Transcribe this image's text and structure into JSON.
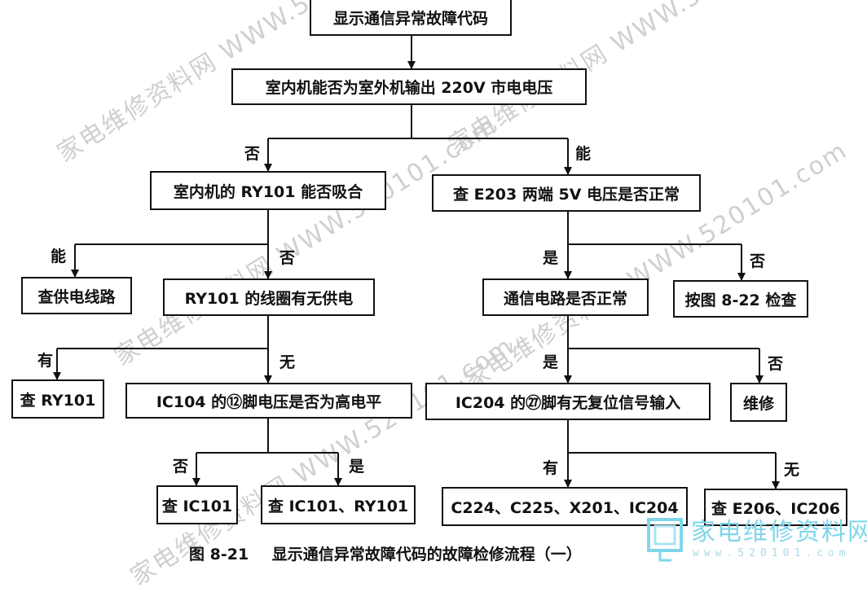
{
  "watermark": "家电维修资料网 WWW.520101.com",
  "nodes": {
    "n1": "显示通信异常故障代码",
    "n2": "室内机能否为室外机输出 220V 市电电压",
    "n3": "室内机的 RY101 能否吸合",
    "n4": "查 E203 两端 5V 电压是否正常",
    "n5": "查供电线路",
    "n6": "RY101 的线圈有无供电",
    "n7": "通信电路是否正常",
    "n8": "按图 8-22 检查",
    "n9": "查 RY101",
    "n10": "IC104 的⑫脚电压是否为高电平",
    "n11": "IC204 的㉗脚有无复位信号输入",
    "n12": "维修",
    "n13": "查 IC101",
    "n14": "查 IC101、RY101",
    "n15": "C224、C225、X201、IC204",
    "n16": "查 E206、IC206"
  },
  "labels": {
    "l_no1": "否",
    "l_yes1": "能",
    "l_yes2": "能",
    "l_no2": "否",
    "l_yes3": "是",
    "l_no3": "否",
    "l_have1": "有",
    "l_none1": "无",
    "l_yes4": "是",
    "l_no4": "否",
    "l_no5": "否",
    "l_yes5": "是",
    "l_have2": "有",
    "l_none2": "无"
  },
  "caption": {
    "number": "图 8-21",
    "title": "显示通信异常故障代码的故障检修流程（一）"
  },
  "logo": {
    "text": "家电维修资料网",
    "url": "www.520101.com"
  },
  "colors": {
    "line": "#111111",
    "watermark": "#cfcfcf",
    "logo": "#7fd6ea"
  }
}
